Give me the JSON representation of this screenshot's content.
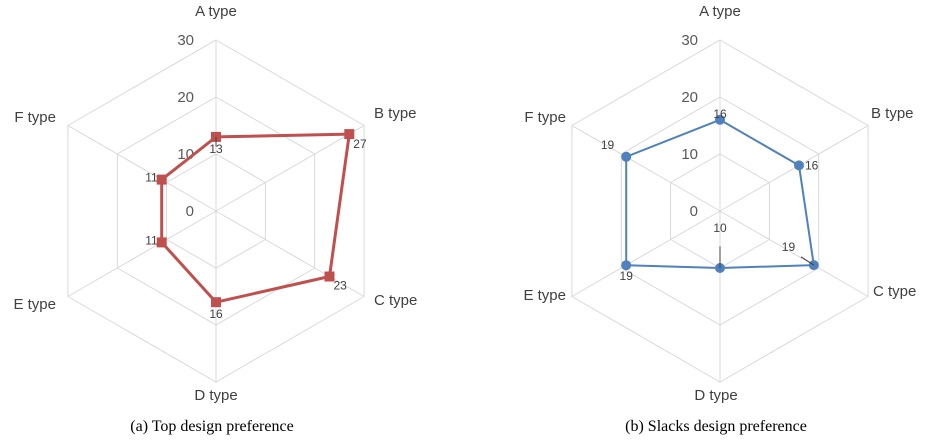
{
  "chart_data": [
    {
      "type": "radar",
      "caption": "(a) Top design preference",
      "categories": [
        "A type",
        "B type",
        "C type",
        "D type",
        "E type",
        "F type"
      ],
      "radial_ticks": [
        "0",
        "10",
        "20",
        "30"
      ],
      "rlim": [
        0,
        30
      ],
      "series": [
        {
          "values": [
            13,
            27,
            23,
            16,
            11,
            11
          ],
          "color": "#c0504d",
          "marker": "square"
        }
      ]
    },
    {
      "type": "radar",
      "caption": "(b) Slacks design preference",
      "categories": [
        "A type",
        "B type",
        "C type",
        "D type",
        "E type",
        "F type"
      ],
      "radial_ticks": [
        "0",
        "10",
        "20",
        "30"
      ],
      "rlim": [
        0,
        30
      ],
      "series": [
        {
          "values": [
            16,
            16,
            19,
            10,
            19,
            19
          ],
          "color": "#4f81bd",
          "marker": "circle"
        }
      ]
    }
  ]
}
